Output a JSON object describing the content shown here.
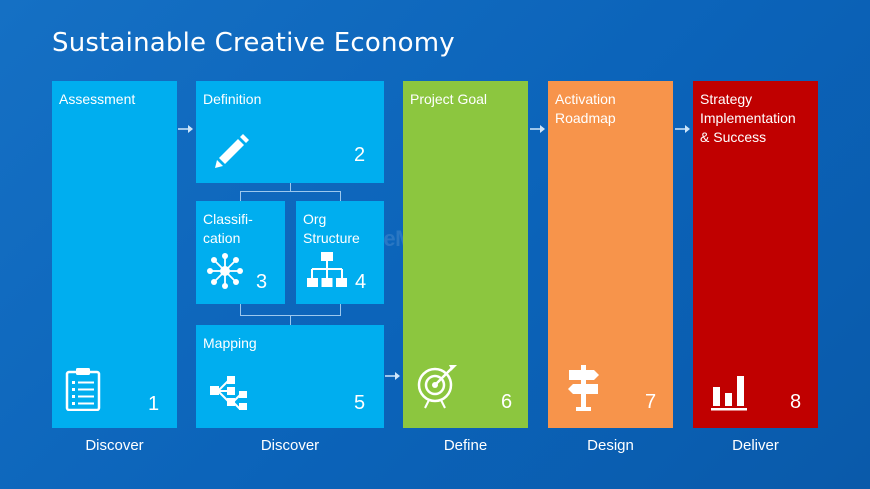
{
  "title": "Sustainable Creative Economy",
  "watermark": "SlideModel",
  "colors": {
    "blue_box": "#00aeef",
    "green_box": "#8cc63f",
    "orange_box": "#f7944b",
    "red_box": "#c00000",
    "background": "#0b65bd"
  },
  "boxes": {
    "assessment": {
      "label": "Assessment",
      "number": "1",
      "icon": "clipboard-icon"
    },
    "definition": {
      "label": "Definition",
      "number": "2",
      "icon": "pencil-icon"
    },
    "classification": {
      "label": "Classifi-\ncation",
      "number": "3",
      "icon": "network-icon"
    },
    "org_structure": {
      "label": "Org\nStructure",
      "number": "4",
      "icon": "org-chart-icon"
    },
    "mapping": {
      "label": "Mapping",
      "number": "5",
      "icon": "hierarchy-icon"
    },
    "project_goal": {
      "label": "Project Goal",
      "number": "6",
      "icon": "target-icon"
    },
    "activation": {
      "label": "Activation\nRoadmap",
      "number": "7",
      "icon": "signpost-icon"
    },
    "strategy": {
      "label": "Strategy\nImplementation\n& Success",
      "number": "8",
      "icon": "bar-chart-icon"
    }
  },
  "captions": [
    "Discover",
    "Discover",
    "Define",
    "Design",
    "Deliver"
  ]
}
